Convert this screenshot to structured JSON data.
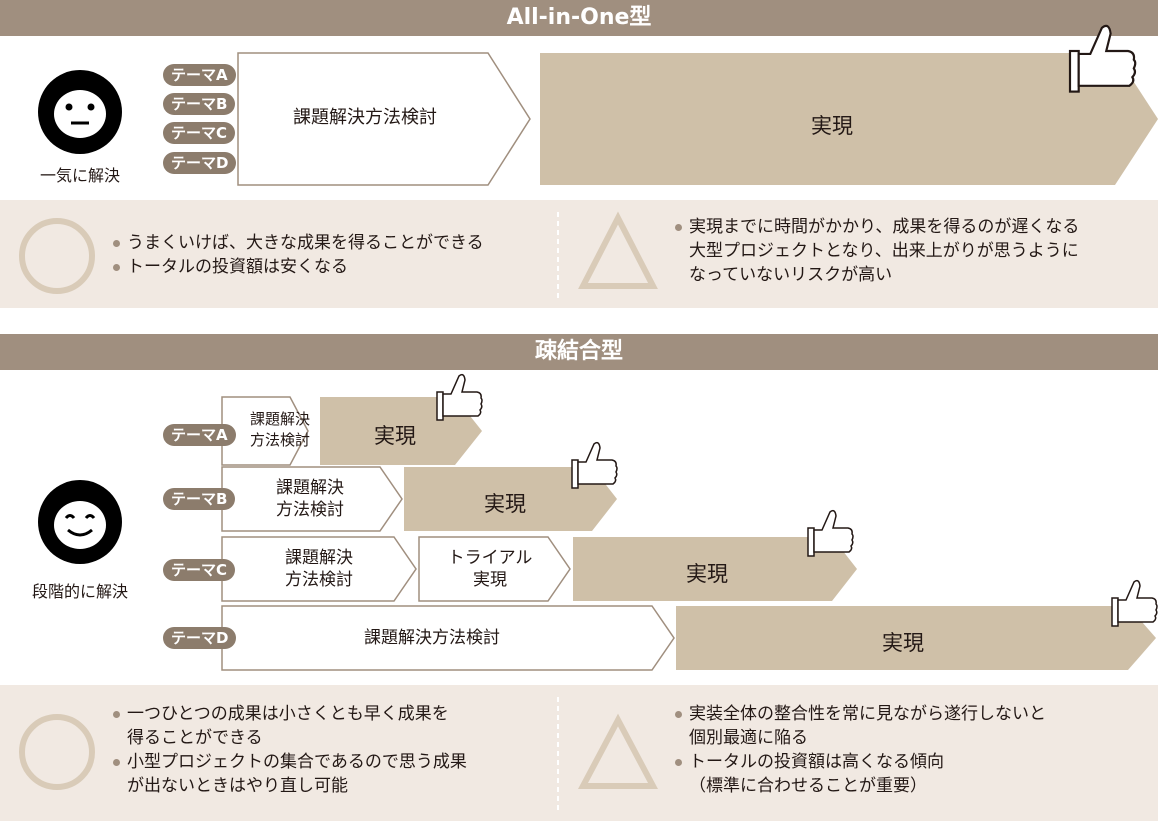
{
  "section1": {
    "title": "All-in-One型",
    "face_label": "一気に解決",
    "themes": [
      "テーマA",
      "テーマB",
      "テーマC",
      "テーマD"
    ],
    "study_label": "課題解決方法検討",
    "realize_label": "実現",
    "pros": [
      "うまくいけば、大きな成果を得ることができる",
      "トータルの投資額は安くなる"
    ],
    "cons": [
      "実現までに時間がかかり、成果を得るのが遅くなる",
      "大型プロジェクトとなり、出来上がりが思うように",
      "なっていないリスクが高い"
    ]
  },
  "section2": {
    "title": "疎結合型",
    "face_label": "段階的に解決",
    "rows": [
      {
        "theme": "テーマA",
        "study": [
          "課題解決",
          "方法検討"
        ],
        "realize": "実現"
      },
      {
        "theme": "テーマB",
        "study": [
          "課題解決",
          "方法検討"
        ],
        "realize": "実現"
      },
      {
        "theme": "テーマC",
        "study": [
          "課題解決",
          "方法検討"
        ],
        "trial": [
          "トライアル",
          "実現"
        ],
        "realize": "実現"
      },
      {
        "theme": "テーマD",
        "study": [
          "課題解決方法検討"
        ],
        "realize": "実現"
      }
    ],
    "pros": [
      "一つひとつの成果は小さくとも早く成果を",
      "得ることができる",
      "小型プロジェクトの集合であるので思う成果",
      "が出ないときはやり直し可能"
    ],
    "cons": [
      "実装全体の整合性を常に見ながら遂行しないと",
      "個別最適に陥る",
      "トータルの投資額は高くなる傾向",
      "（標準に合わせることが重要）"
    ]
  },
  "colors": {
    "header": "#a08f7f",
    "panel": "#f1e9e2",
    "realize": "#cfc0a8",
    "tag": "#8c7c6c",
    "outline": "#a08f7f",
    "symbol": "#d9cbb8"
  }
}
